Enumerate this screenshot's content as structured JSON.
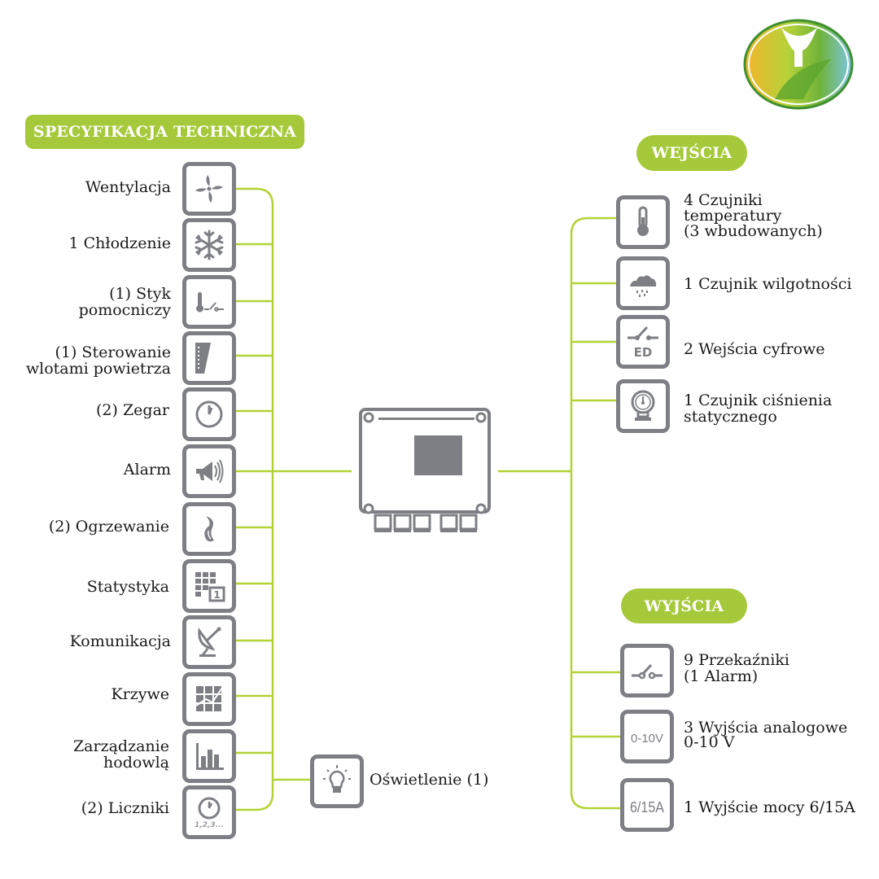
{
  "logo": {
    "name": "company-logo"
  },
  "colors": {
    "accent": "#a5c93a",
    "line": "#b3d335",
    "icon": "#7d7f84"
  },
  "spec": {
    "title": "SPECYFIKACJA TECHNICZNA",
    "items": [
      {
        "label_lines": [
          "Wentylacja"
        ],
        "icon": "fan-icon"
      },
      {
        "label_lines": [
          "1 Chłodzenie"
        ],
        "icon": "snowflake-icon"
      },
      {
        "label_lines": [
          "(1) Styk",
          "pomocniczy"
        ],
        "icon": "thermostat-switch-icon"
      },
      {
        "label_lines": [
          "(1) Sterowanie",
          "wlotami powietrza"
        ],
        "icon": "air-inlet-icon"
      },
      {
        "label_lines": [
          "(2) Zegar"
        ],
        "icon": "clock-icon"
      },
      {
        "label_lines": [
          "Alarm"
        ],
        "icon": "megaphone-icon"
      },
      {
        "label_lines": [
          "(2) Ogrzewanie"
        ],
        "icon": "flame-icon"
      },
      {
        "label_lines": [
          "Statystyka"
        ],
        "icon": "statistics-grid-icon"
      },
      {
        "label_lines": [
          "Komunikacja"
        ],
        "icon": "satellite-dish-icon"
      },
      {
        "label_lines": [
          "Krzywe"
        ],
        "icon": "curve-grid-icon"
      },
      {
        "label_lines": [
          "Zarządzanie",
          "hodowlą"
        ],
        "icon": "bar-chart-icon"
      },
      {
        "label_lines": [
          "(2) Liczniki"
        ],
        "icon": "counter-clock-icon"
      }
    ],
    "extra": {
      "label": "Oświetlenie (1)",
      "icon": "light-bulb-icon"
    }
  },
  "inputs": {
    "title": "WEJŚCIA",
    "items": [
      {
        "label_lines": [
          "4 Czujniki",
          "temperatury",
          "(3 wbudowanych)"
        ],
        "icon": "thermometer-icon"
      },
      {
        "label_lines": [
          "1 Czujnik wilgotności"
        ],
        "icon": "rain-cloud-icon"
      },
      {
        "label_lines": [
          "2 Wejścia cyfrowe"
        ],
        "icon": "digital-input-icon",
        "icon_text": "ED"
      },
      {
        "label_lines": [
          "1 Czujnik ciśnienia",
          "statycznego"
        ],
        "icon": "pressure-gauge-icon"
      }
    ]
  },
  "outputs": {
    "title": "WYJŚCIA",
    "items": [
      {
        "label_lines": [
          "9 Przekaźniki",
          "(1 Alarm)"
        ],
        "icon": "relay-switch-icon"
      },
      {
        "label_lines": [
          "3 Wyjścia analogowe",
          "0-10 V"
        ],
        "icon": "analog-output-icon",
        "icon_text": "0-10V"
      },
      {
        "label_lines": [
          "1 Wyjście mocy 6/15A"
        ],
        "icon": "power-output-icon",
        "icon_text": "6/15A"
      }
    ]
  },
  "controller": {
    "name": "controller-unit"
  }
}
